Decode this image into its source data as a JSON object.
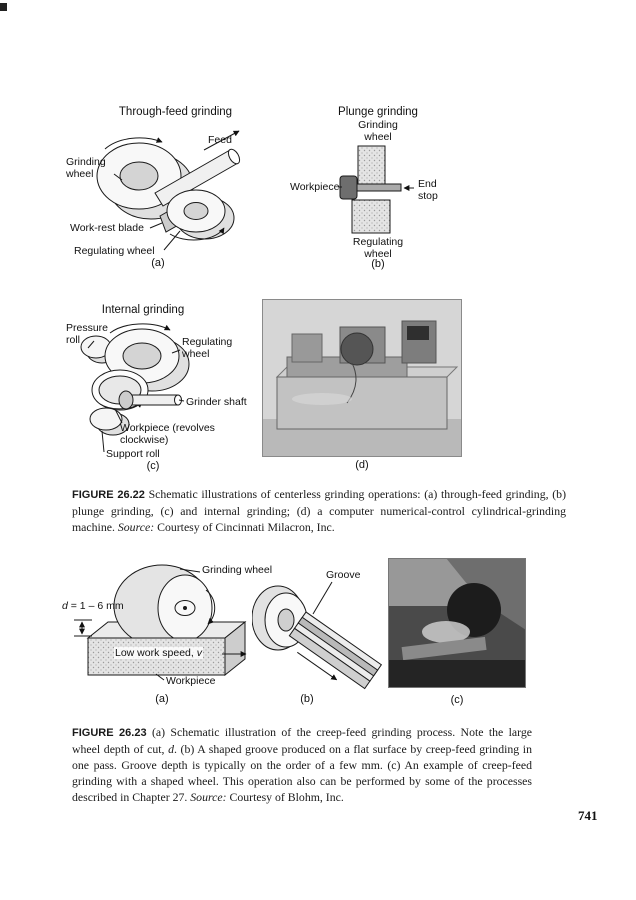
{
  "page": {
    "number": "741"
  },
  "figure22": {
    "label": "FIGURE 26.22",
    "caption_body": "Schematic illustrations of centerless grinding operations: (a) through-feed grinding, (b) plunge grinding, (c) and internal grinding; (d) a computer numerical-control cylindrical-grinding machine.",
    "source_label": "Source:",
    "source_text": "Courtesy of Cincinnati Milacron, Inc.",
    "a": {
      "title": "Through-feed grinding",
      "grinding_wheel": "Grinding wheel",
      "feed": "Feed",
      "work_rest_blade": "Work-rest blade",
      "regulating_wheel": "Regulating wheel",
      "tag": "(a)"
    },
    "b": {
      "title": "Plunge grinding",
      "grinding_wheel": "Grinding wheel",
      "workpiece": "Workpiece",
      "end_stop": "End stop",
      "regulating_wheel": "Regulating wheel",
      "tag": "(b)"
    },
    "c": {
      "title": "Internal grinding",
      "pressure_roll": "Pressure roll",
      "regulating_wheel": "Regulating wheel",
      "grinder_shaft": "Grinder shaft",
      "workpiece": "Workpiece (revolves clockwise)",
      "support_roll": "Support roll",
      "tag": "(c)"
    },
    "d": {
      "tag": "(d)"
    }
  },
  "figure23": {
    "label": "FIGURE 26.23",
    "caption_body1": "(a) Schematic illustration of the creep-feed grinding process. Note the large wheel depth of cut, ",
    "caption_d": "d",
    "caption_body2": ". (b) A shaped groove produced on a flat surface by creep-feed grinding in one pass. Groove depth is typically on the order of a few mm. (c) An example of creep-feed grinding with a shaped wheel. This operation also can be performed by some of the processes described in Chapter 27. ",
    "source_label": "Source:",
    "source_text": "Courtesy of Blohm, Inc.",
    "a": {
      "grinding_wheel": "Grinding wheel",
      "depth_var": "d",
      "depth_rest": " = 1 – 6 mm",
      "speed_text": "Low work speed, ",
      "speed_var": "v",
      "workpiece": "Workpiece",
      "tag": "(a)"
    },
    "b": {
      "groove": "Groove",
      "tag": "(b)"
    },
    "c": {
      "tag": "(c)"
    }
  }
}
